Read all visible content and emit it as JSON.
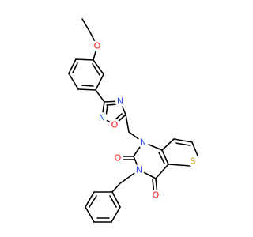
{
  "atoms": {
    "ether_oxygen": {
      "symbol": "O",
      "color": "#ff0d0d"
    },
    "oxadiazole_n4": {
      "symbol": "N",
      "color": "#3050f8"
    },
    "oxadiazole_o1": {
      "symbol": "O",
      "color": "#ff0d0d"
    },
    "oxadiazole_n2": {
      "symbol": "N",
      "color": "#3050f8"
    },
    "pyrimidine_n1": {
      "symbol": "N",
      "color": "#3050f8"
    },
    "carbonyl_o2": {
      "symbol": "O",
      "color": "#ff0d0d"
    },
    "pyrimidine_n3": {
      "symbol": "N",
      "color": "#3050f8"
    },
    "carbonyl_o4": {
      "symbol": "O",
      "color": "#ff0d0d"
    },
    "thiophene_s": {
      "symbol": "S",
      "color": "#c8a000"
    }
  }
}
